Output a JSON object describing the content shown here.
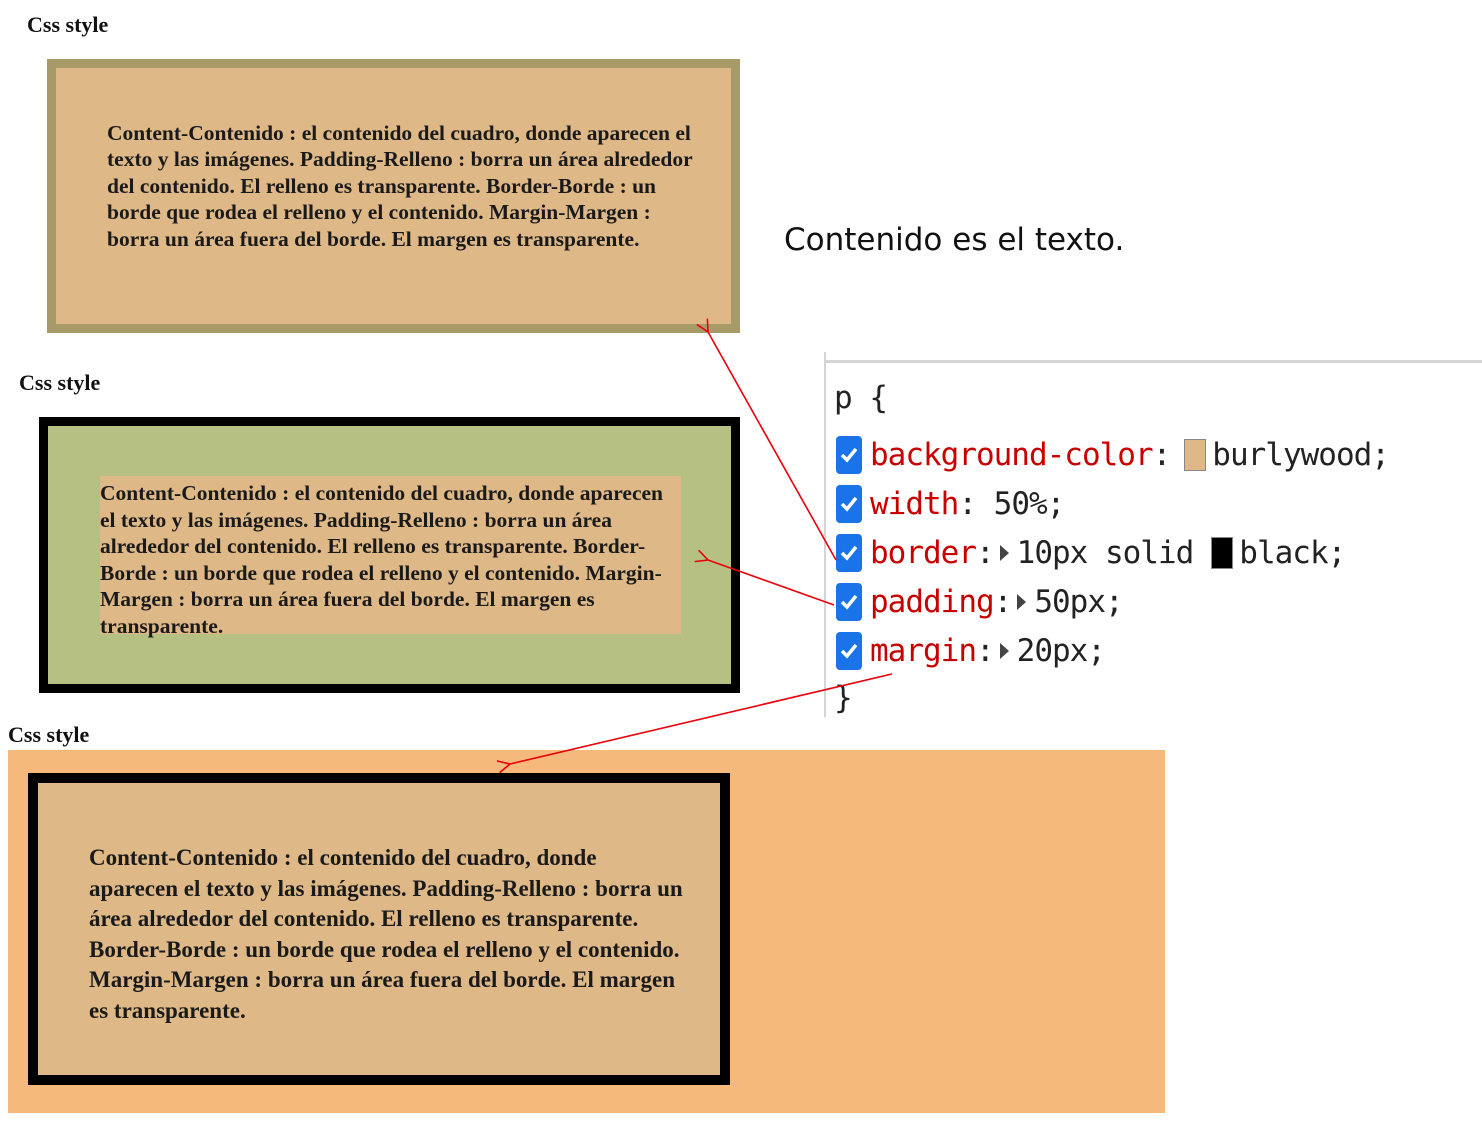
{
  "examples": [
    {
      "heading": "Css style",
      "paragraph": "Content-Contenido : el contenido del cuadro, donde aparecen el texto y las imágenes. Padding-Relleno : borra un área alrededor del contenido. El relleno es transparente. Border-Borde : un borde que rodea el relleno y el contenido. Margin-Margen : borra un área fuera del borde. El margen es transparente."
    },
    {
      "heading": "Css style",
      "paragraph": "Content-Contenido : el contenido del cuadro, donde aparecen el texto y las imágenes. Padding-Relleno : borra un área alrededor del contenido. El relleno es transparente. Border-Borde : un borde que rodea el relleno y el contenido. Margin-Margen : borra un área fuera del borde. El margen es transparente."
    },
    {
      "heading": "Css style",
      "paragraph": "Content-Contenido : el contenido del cuadro, donde aparecen el texto y las imágenes. Padding-Relleno : borra un área alrededor del contenido. El relleno es transparente. Border-Borde : un borde que rodea el relleno y el contenido. Margin-Margen : borra un área fuera del borde. El margen es transparente."
    }
  ],
  "caption": "Contenido es el texto.",
  "css_rule": {
    "selector_open": "p {",
    "selector_close": "}",
    "declarations": [
      {
        "property": "background-color",
        "value": "burlywood;",
        "swatch": "#deb887",
        "checked": true
      },
      {
        "property": "width",
        "value": "50%;",
        "checked": true
      },
      {
        "property": "border",
        "value": "10px solid",
        "value2": "black;",
        "swatch": "#000000",
        "expandable": true,
        "checked": true
      },
      {
        "property": "padding",
        "value": "50px;",
        "expandable": true,
        "checked": true
      },
      {
        "property": "margin",
        "value": "20px;",
        "expandable": true,
        "checked": true
      }
    ]
  },
  "colors": {
    "content": "#deb887",
    "border_example1": "#a89968",
    "padding_highlight": "#b5c082",
    "margin_highlight": "#f5b97b",
    "arrow": "#e8000b",
    "checkbox": "#1a73e8"
  }
}
